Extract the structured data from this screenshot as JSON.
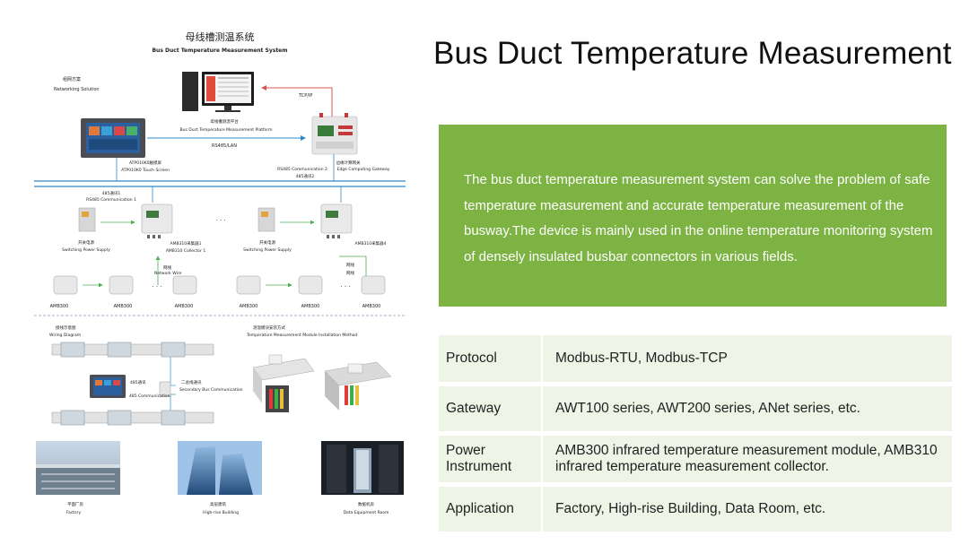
{
  "heading": "Bus Duct Temperature Measurement",
  "description": "The bus duct temperature measurement system can solve the problem of safe temperature measurement and accurate temperature measurement of the busway.The device is mainly used in the online temperature monitoring system of densely insulated busbar connectors in various fields.",
  "spec_table": [
    {
      "key": "Protocol",
      "value": "Modbus-RTU, Modbus-TCP"
    },
    {
      "key": "Gateway",
      "value": "AWT100 series, AWT200 series, ANet series, etc."
    },
    {
      "key": "Power Instrument",
      "value": "AMB300 infrared temperature measurement module, AMB310 infrared temperature measurement collector."
    },
    {
      "key": "Application",
      "value": "Factory, High-rise Building, Data Room, etc."
    }
  ],
  "diagram": {
    "title_cn": "母线槽测温系统",
    "title_en": "Bus Duct Temperature Measurement System",
    "networking_cn": "组网方案",
    "networking_en": "Networking Solution",
    "tcpip": "TCP/IP",
    "platform_cn": "母线槽测温平台",
    "platform_en": "Bus Duct Temperature Measurement Platform",
    "rs485lan": "RS485/LAN",
    "touch_cn": "ATP010K0触摸屏",
    "touch_en": "ATP010K0 Touch Screen",
    "gateway_cn": "边缘计算网关",
    "gateway_en": "Edge Computing Gateway",
    "rs485_comm2_en": "RS485 Communication 2",
    "rs485_comm2_cn": "485通讯2",
    "rs485_comm1_cn": "485通讯1",
    "rs485_comm1_en": "RS485 Communication 1",
    "psu_cn": "开关电源",
    "psu_en": "Switching Power Supply",
    "collector1_cn": "AMB310采集器1",
    "collector1_en": "AMB310 Collector 1",
    "collector4_cn": "AMB310采集器4",
    "netwire_cn": "网线",
    "netwire_en": "Network Wire",
    "ellipsis": "· · ·",
    "amb300": "AMB300",
    "wiring_cn": "接线示意图",
    "wiring_en": "Wiring Diagram",
    "install_cn": "测温模块安装方式",
    "install_en": "Temperature Measurement Module Installation Method",
    "comm485_cn": "485通讯",
    "comm485_en": "485 Communication",
    "secondary_cn": "二总线通讯",
    "secondary_en": "Secondary Bus Communication",
    "factory_cn": "平面厂房",
    "factory_en": "Factory",
    "highrise_cn": "高层建筑",
    "highrise_en": "High-rise Building",
    "dataroom_cn": "数据机房",
    "dataroom_en": "Data Equipment Room"
  },
  "colors": {
    "accent_green": "#7cb342",
    "table_bg": "#eef4e6",
    "bus_blue": "#2e88c9",
    "arrow_red": "#d9534f",
    "arrow_green": "#4caf50"
  },
  "icons": [
    "desktop-pc-icon",
    "touch-screen-icon",
    "gateway-device-icon",
    "power-supply-icon",
    "collector-icon",
    "sensor-module-icon",
    "building-photo-icon"
  ]
}
